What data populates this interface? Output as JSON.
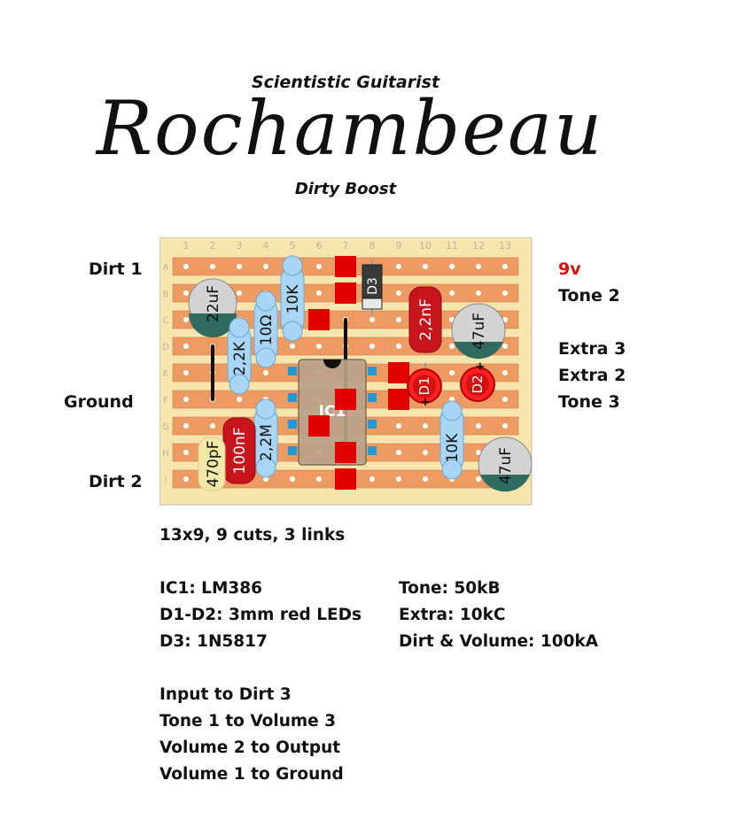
{
  "header": {
    "subtitle_top": "Scientistic Guitarist",
    "title": "Rochambeau",
    "subtitle_bottom": "Dirty Boost"
  },
  "board": {
    "columns": [
      "1",
      "2",
      "3",
      "4",
      "5",
      "6",
      "7",
      "8",
      "9",
      "10",
      "11",
      "12",
      "13"
    ],
    "rows": [
      "A",
      "B",
      "C",
      "D",
      "E",
      "F",
      "G",
      "H",
      "I"
    ],
    "ic_label": "IC1",
    "components": {
      "r_10k_a": "10K",
      "r_10ohm": "10Ω",
      "r_2k2": "2,2K",
      "r_2m2": "2,2M",
      "r_10k_b": "10K",
      "c_22uf": "22uF",
      "c_47uf_a": "47uF",
      "c_47uf_b": "47uF",
      "c_2n2": "2,2nF",
      "c_100n": "100nF",
      "c_470p": "470pF",
      "d3": "D3",
      "d1": "D1",
      "d2": "D2"
    }
  },
  "labels": {
    "left": {
      "dirt1": "Dirt 1",
      "ground": "Ground",
      "dirt2": "Dirt 2"
    },
    "right": {
      "v9": "9v",
      "tone2": "Tone 2",
      "extra3": "Extra 3",
      "extra2": "Extra 2",
      "tone3": "Tone 3"
    }
  },
  "notes": {
    "size": "13x9, 9 cuts, 3 links",
    "parts_left": [
      "IC1: LM386",
      "D1-D2: 3mm red LEDs",
      "D3: 1N5817"
    ],
    "parts_right": [
      "Tone: 50kB",
      "Extra: 10kC",
      "Dirt & Volume: 100kA"
    ],
    "wiring": [
      "Input to Dirt 3",
      "Tone 1 to Volume 3",
      "Volume 2 to Output",
      "Volume 1 to Ground"
    ]
  },
  "colors": {
    "board_bg": "#f7e5ad",
    "strip": "#ee9b63",
    "cut": "#e00000",
    "resistor": "#a9d5f4",
    "film_cap": "#c8141c",
    "electrolytic": "#d3d3d3",
    "electrolytic_band": "#2f6b5e",
    "ic_body": "#b9a189",
    "ic_pin": "#1f9ad8",
    "accent_label": "#d91010"
  }
}
